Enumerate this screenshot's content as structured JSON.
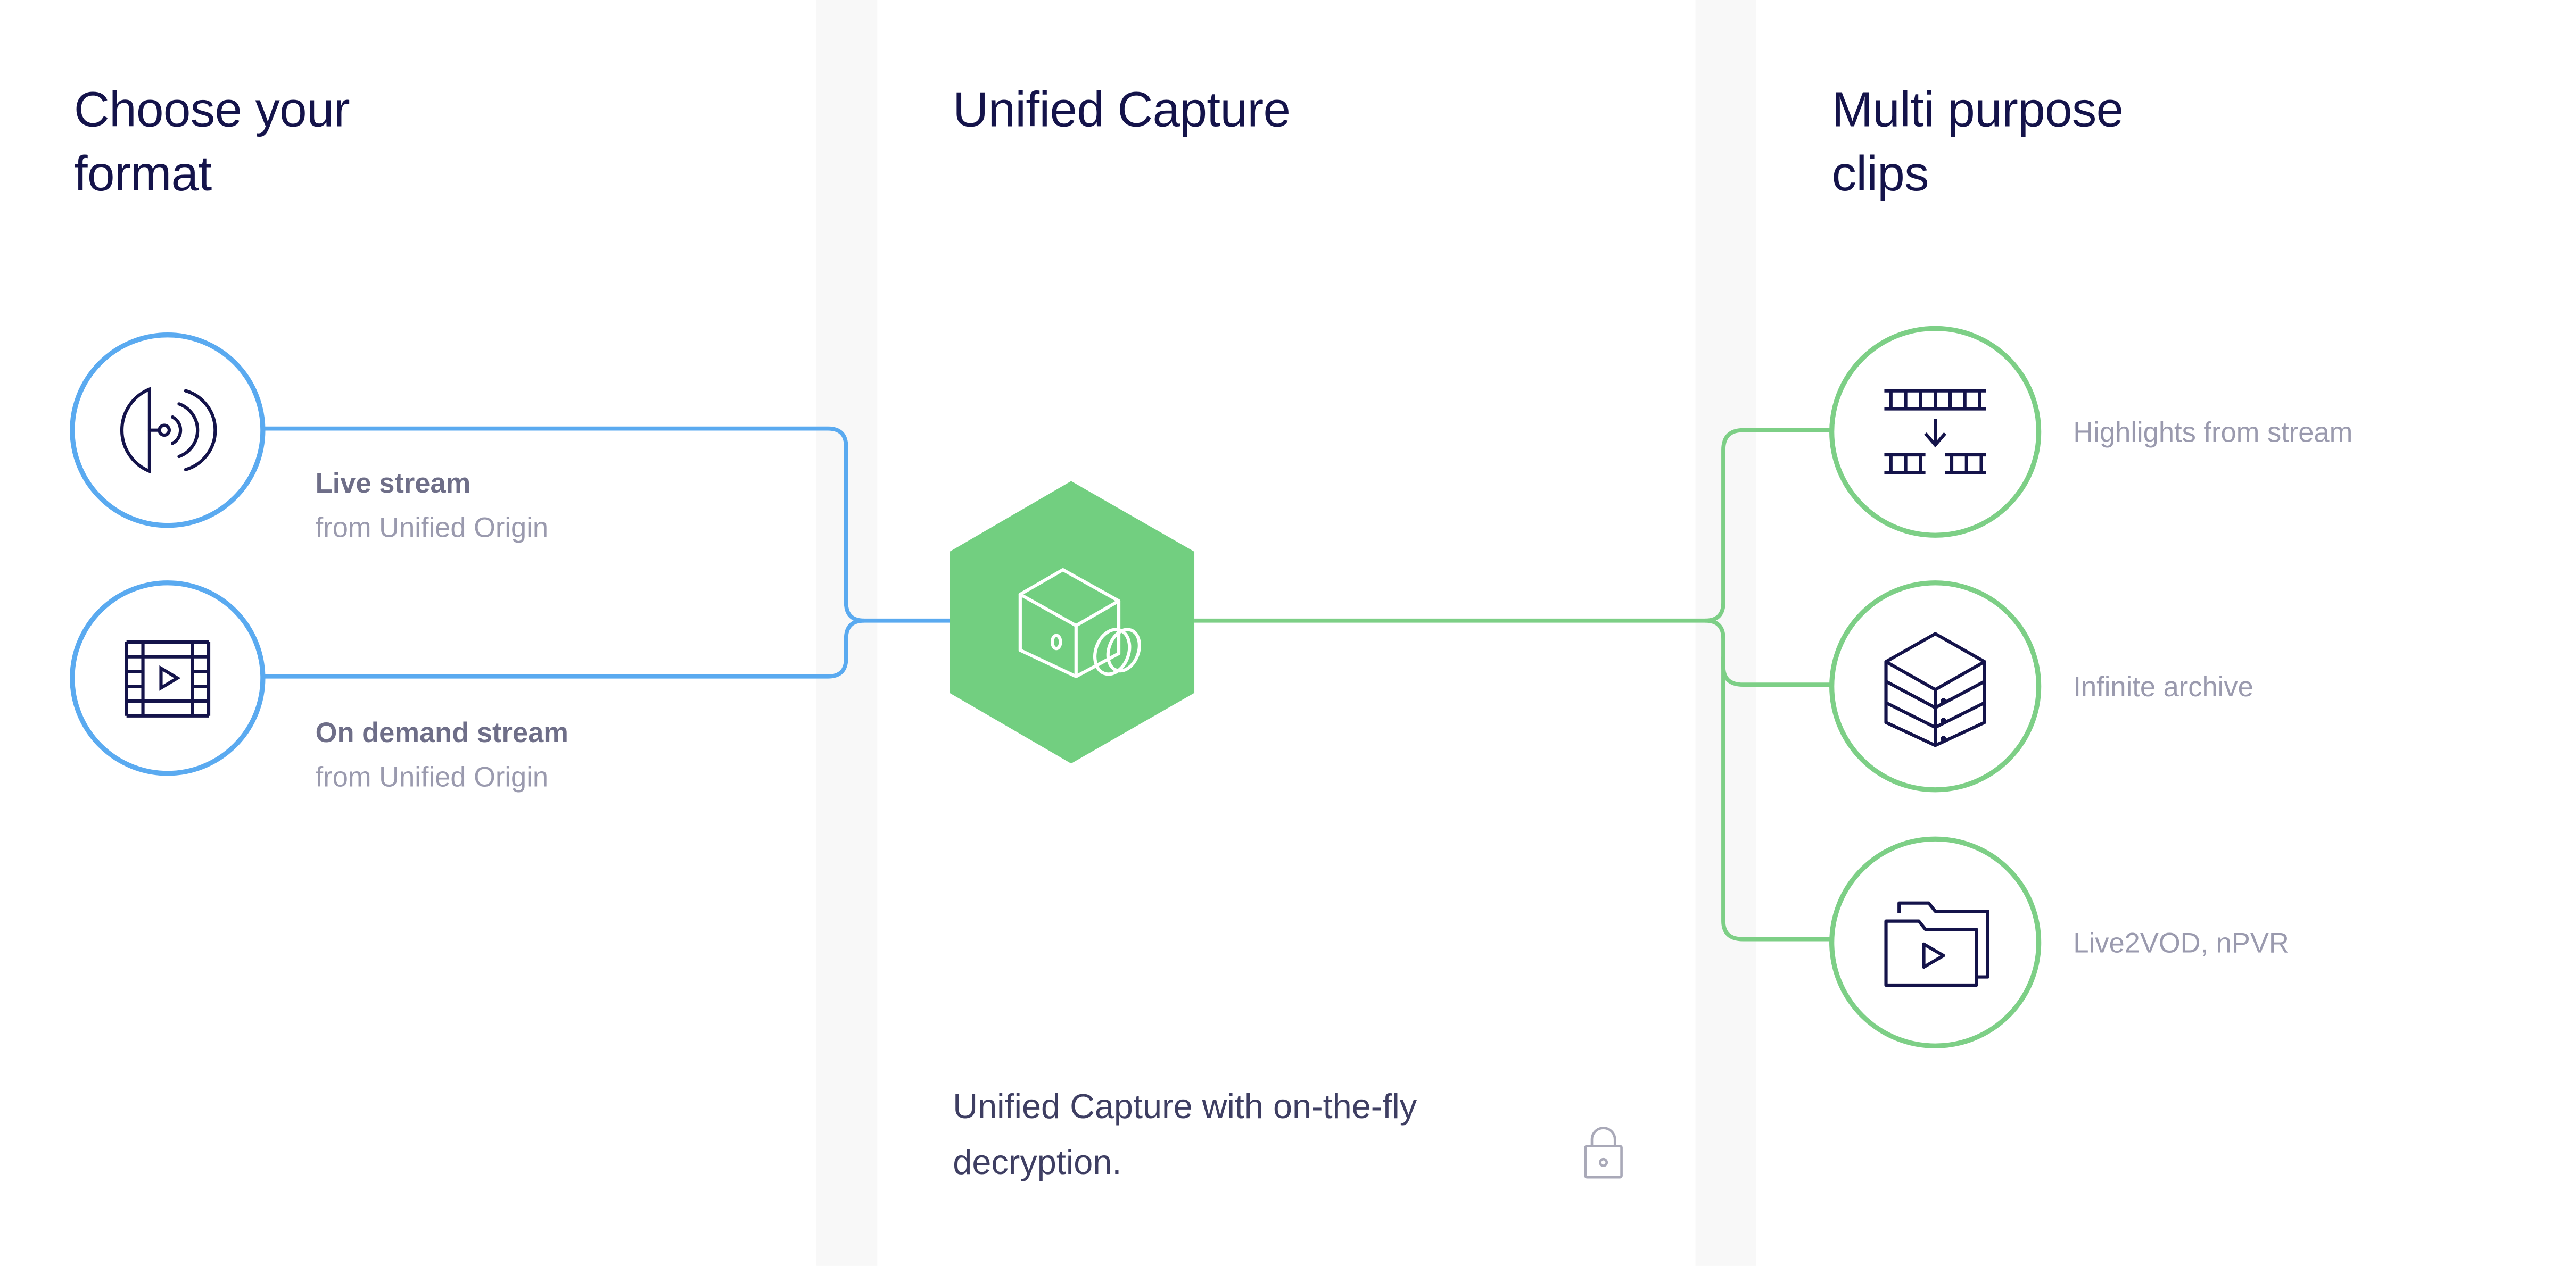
{
  "columns": {
    "left": {
      "title_line1": "Choose your",
      "title_line2": "format"
    },
    "center": {
      "title": "Unified Capture"
    },
    "right": {
      "title_line1": "Multi purpose",
      "title_line2": "clips"
    }
  },
  "inputs": [
    {
      "title": "Live stream",
      "subtitle": "from Unified Origin",
      "icon": "live-broadcast-icon"
    },
    {
      "title": "On demand stream",
      "subtitle": "from Unified Origin",
      "icon": "film-play-icon"
    }
  ],
  "hub": {
    "icon": "capture-camera-icon"
  },
  "outputs": [
    {
      "label": "Highlights from stream",
      "icon": "filmstrip-highlight-icon"
    },
    {
      "label": "Infinite archive",
      "icon": "stacked-archive-icon"
    },
    {
      "label": "Live2VOD, nPVR",
      "icon": "video-folder-icon"
    }
  ],
  "footer": {
    "line1": "Unified Capture with on-the-fly",
    "line2": "decryption.",
    "icon": "lock-icon"
  },
  "colors": {
    "input_line": "#5aaaf0",
    "output_line": "#7dcf86",
    "hub_fill": "#72cf80",
    "icon_stroke": "#14134a",
    "band": "#f8f8f8"
  }
}
